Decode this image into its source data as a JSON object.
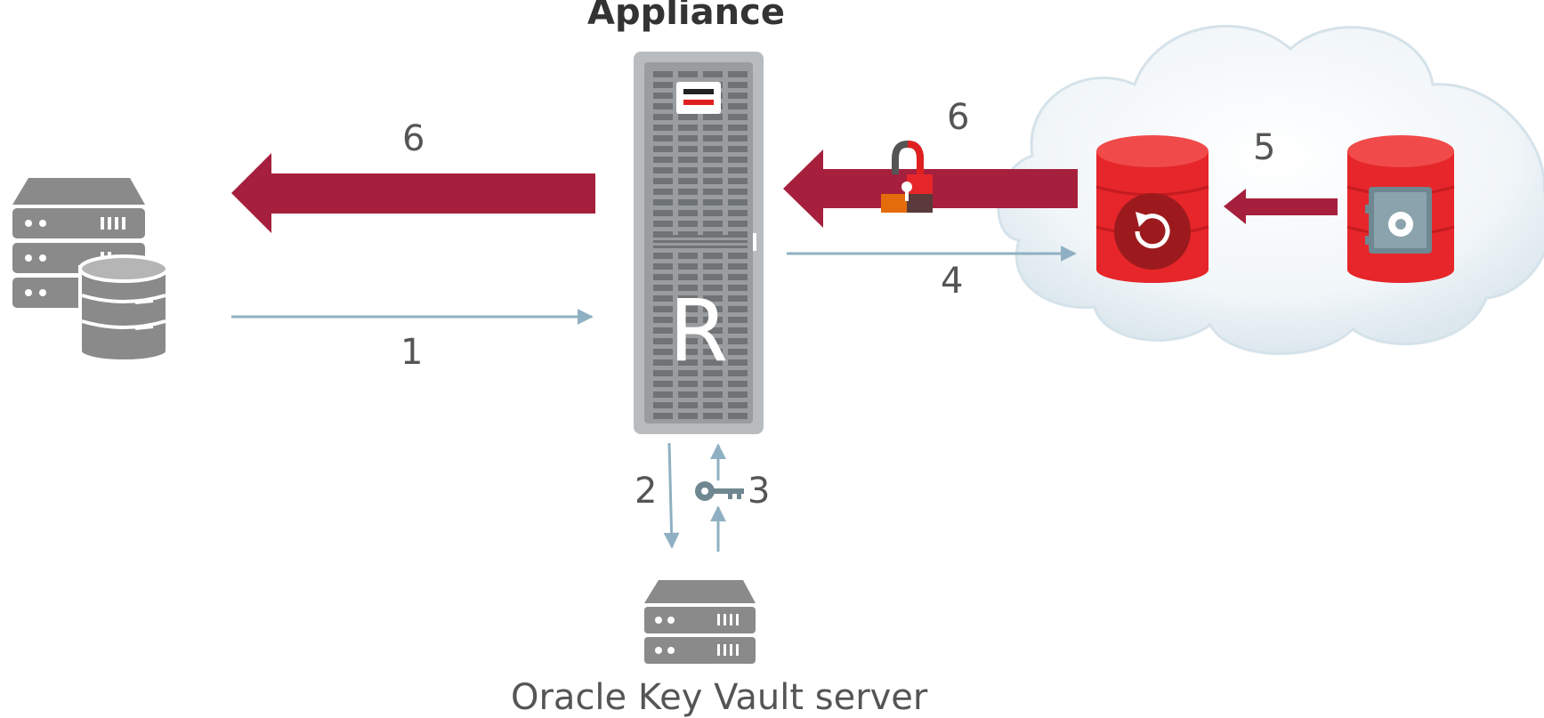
{
  "title": "Appliance",
  "caption_okv": "Oracle Key Vault server",
  "appliance_letter": "R",
  "steps": {
    "s1": "1",
    "s2": "2",
    "s3": "3",
    "s4": "4",
    "s5": "5",
    "s6_left": "6",
    "s6_right": "6"
  },
  "colors": {
    "arrow_thick": "#a6203d",
    "arrow_thin": "#8fb0c2",
    "db_red": "#e6262a",
    "server_gray": "#8a8a8a",
    "appliance_gray": "#b9bcbe"
  },
  "icons": {
    "source_db_server": "server-with-database-icon",
    "appliance": "appliance-rack-icon",
    "okv_server": "server-icon",
    "cloud": "cloud-icon",
    "cloud_backup_db": "database-restore-icon",
    "cloud_vault_db": "database-safe-icon",
    "lock": "padlock-icon",
    "key": "key-icon"
  }
}
